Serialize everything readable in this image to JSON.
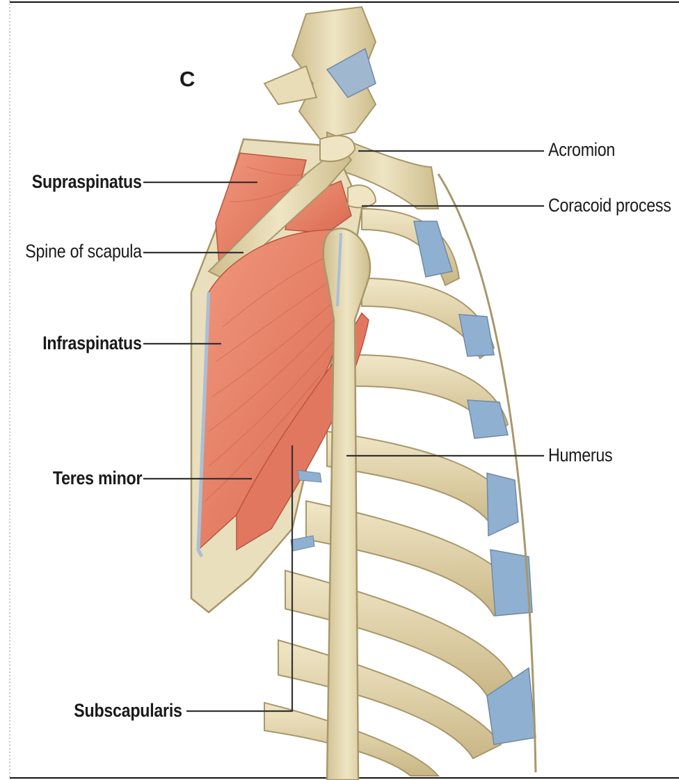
{
  "figure": {
    "panel_letter": "C",
    "labels": {
      "supraspinatus": "Supraspinatus",
      "spine_of_scapula": "Spine of scapula",
      "infraspinatus": "Infraspinatus",
      "teres_minor": "Teres minor",
      "subscapularis": "Subscapularis",
      "acromion": "Acromion",
      "coracoid_process": "Coracoid process",
      "humerus": "Humerus"
    },
    "colors": {
      "bone": "#e8dcb6",
      "bone_shadow": "#b8a77a",
      "muscle": "#e8806a",
      "cartilage": "#8fb0d0",
      "leader_line": "#333333"
    }
  }
}
